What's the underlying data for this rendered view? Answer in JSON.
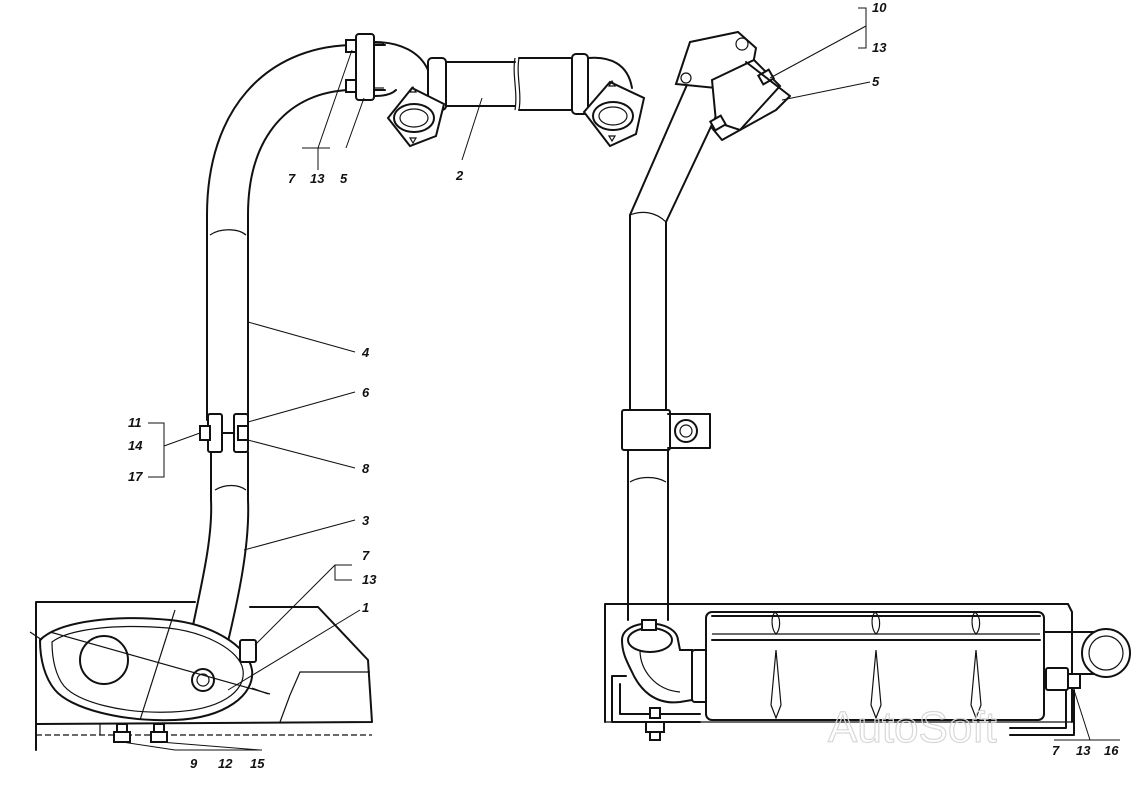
{
  "labels": {
    "l1": "1",
    "l2": "2",
    "l3": "3",
    "l4": "4",
    "l5a": "5",
    "l5b": "5",
    "l6": "6",
    "l7a": "7",
    "l7b": "7",
    "l7c": "7",
    "l8": "8",
    "l9": "9",
    "l10": "10",
    "l11": "11",
    "l12": "12",
    "l13a": "13",
    "l13b": "13",
    "l13c": "13",
    "l13d": "13",
    "l14": "14",
    "l15": "15",
    "l16": "16",
    "l17": "17"
  },
  "watermark": "AutoSoft",
  "colors": {
    "ink": "#111111",
    "paper": "#ffffff",
    "watermark": "#d8d8d8"
  }
}
